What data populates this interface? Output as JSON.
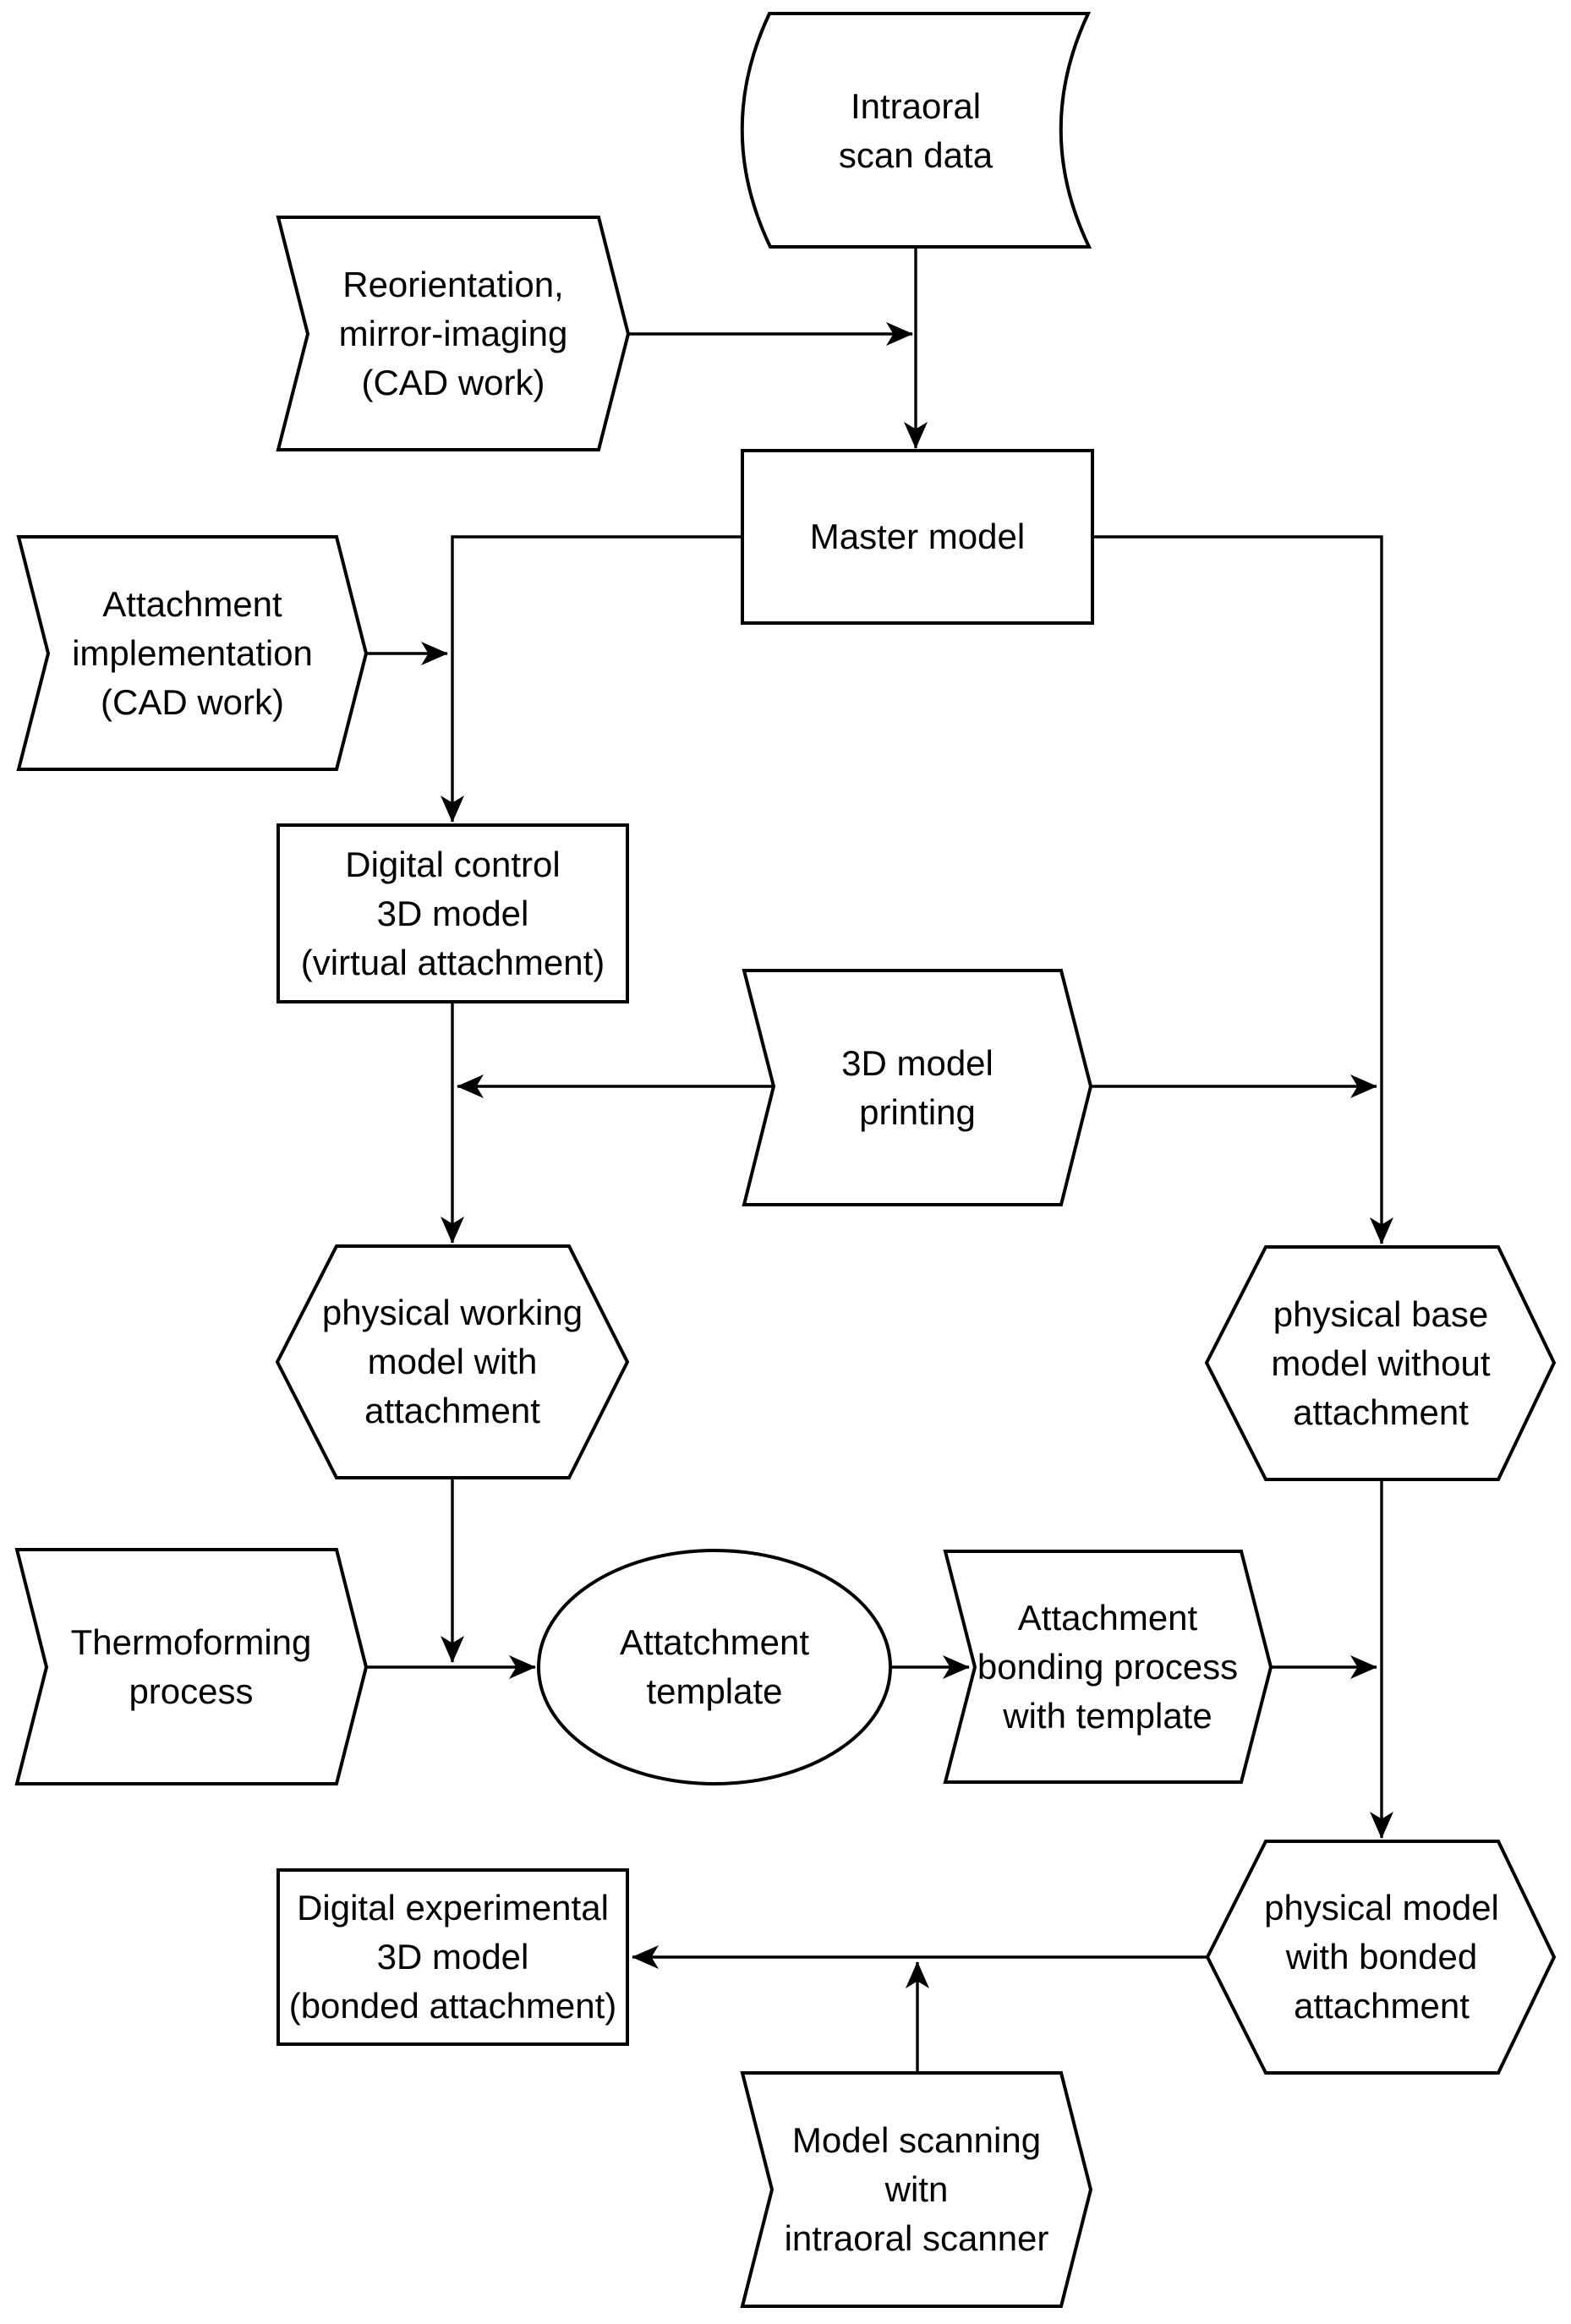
{
  "diagram": {
    "kind": "flowchart",
    "background": "#ffffff",
    "line_color": "#000000",
    "text_color": "#000000",
    "highlight_green": "#e3f7cf",
    "highlight_pink": "#fbd2d0"
  },
  "nodes": {
    "intraoral": {
      "label": "Intraoral\nscan data",
      "shape": "stored-data",
      "fill": "#ffffff"
    },
    "reorientation": {
      "label": "Reorientation,\nmirror-imaging\n(CAD work)",
      "shape": "chevron",
      "fill": "#ffffff"
    },
    "master": {
      "label": "Master model",
      "shape": "rectangle",
      "fill": "#ffffff"
    },
    "attachment_impl": {
      "label": "Attachment\nimplementation\n(CAD work)",
      "shape": "chevron",
      "fill": "#ffffff"
    },
    "digital_control": {
      "label": "Digital control\n3D model\n(virtual attachment)",
      "shape": "rectangle",
      "fill": "#e3f7cf"
    },
    "printing": {
      "label": "3D model\nprinting",
      "shape": "chevron",
      "fill": "#ffffff"
    },
    "working_model": {
      "label": "physical working\nmodel with\nattachment",
      "shape": "hexagon",
      "fill": "#ffffff"
    },
    "base_model": {
      "label": "physical base\nmodel without\nattachment",
      "shape": "hexagon",
      "fill": "#ffffff"
    },
    "thermoforming": {
      "label": "Thermoforming\nprocess",
      "shape": "chevron",
      "fill": "#ffffff"
    },
    "template": {
      "label": "Attatchment\ntemplate",
      "shape": "ellipse",
      "fill": "#ffffff"
    },
    "bonding": {
      "label": "Attachment\nbonding process\nwith template",
      "shape": "chevron",
      "fill": "#ffffff"
    },
    "bonded_model": {
      "label": "physical model\nwith bonded\nattachment",
      "shape": "hexagon",
      "fill": "#ffffff"
    },
    "experimental": {
      "label": "Digital experimental\n3D model\n(bonded attachment)",
      "shape": "rectangle",
      "fill": "#fbd2d0"
    },
    "scanning": {
      "label": "Model scanning\nwitn\nintraoral scanner",
      "shape": "chevron",
      "fill": "#ffffff"
    }
  },
  "edges": [
    {
      "from": "intraoral",
      "to": "master"
    },
    {
      "from": "reorientation",
      "joins": "intraoral->master"
    },
    {
      "from": "master",
      "to": "digital_control"
    },
    {
      "from": "attachment_impl",
      "joins": "master->digital_control"
    },
    {
      "from": "master",
      "to": "base_model"
    },
    {
      "from": "digital_control",
      "to": "working_model"
    },
    {
      "from": "printing",
      "joins": "digital_control->working_model"
    },
    {
      "from": "printing",
      "joins": "master->base_model"
    },
    {
      "from": "working_model",
      "joins": "thermoforming->template"
    },
    {
      "from": "thermoforming",
      "to": "template"
    },
    {
      "from": "template",
      "to": "bonding"
    },
    {
      "from": "bonding",
      "joins": "base_model->bonded_model"
    },
    {
      "from": "base_model",
      "to": "bonded_model"
    },
    {
      "from": "bonded_model",
      "to": "experimental"
    },
    {
      "from": "scanning",
      "joins": "bonded_model->experimental"
    }
  ]
}
